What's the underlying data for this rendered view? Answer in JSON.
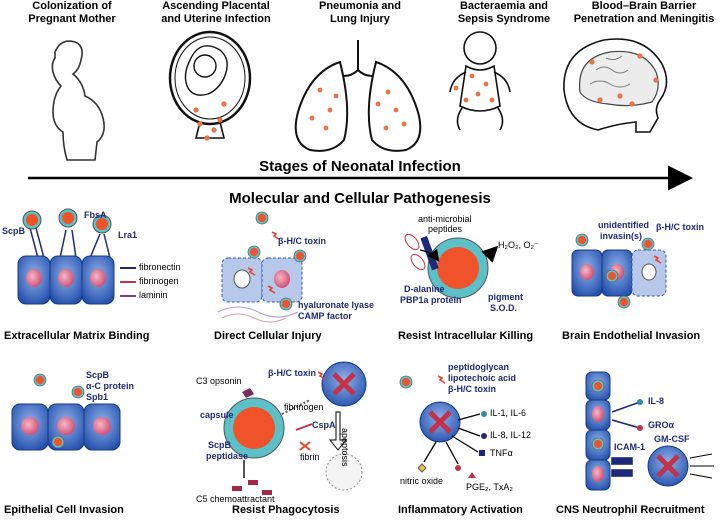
{
  "stages": [
    {
      "line1": "Colonization of",
      "line2": "Pregnant Mother"
    },
    {
      "line1": "Ascending Placental",
      "line2": "and Uterine Infection"
    },
    {
      "line1": "Pneumonia and",
      "line2": "Lung Injury"
    },
    {
      "line1": "Bacteraemia and",
      "line2": "Sepsis Syndrome"
    },
    {
      "line1": "Blood–Brain Barrier",
      "line2": "Penetration and Meningitis"
    }
  ],
  "timeline_title": "Stages of Neonatal Infection",
  "pathogenesis_title": "Molecular and Cellular Pathogenesis",
  "panels": {
    "ecm": {
      "caption": "Extracellular Matrix Binding",
      "labels": {
        "scpb": "ScpB",
        "fbsa": "FbsA",
        "lra1": "Lra1",
        "fibronectin": "fibronectin",
        "fibrinogen": "fibrinogen",
        "laminin": "laminin"
      }
    },
    "direct": {
      "caption": "Direct Cellular Injury",
      "labels": {
        "toxin": "β-H/C toxin",
        "hyaluronate": "hyaluronate lyase",
        "camp": "CAMP factor"
      }
    },
    "intracellular": {
      "caption": "Resist Intracellular Killing",
      "labels": {
        "amp1": "anti-microbial",
        "amp2": "peptides",
        "ros": "H₂O₂, O₂⁻",
        "dala1": "D-alanine",
        "dala2": "PBP1a protein",
        "pigment": "pigment",
        "sod": "S.O.D."
      }
    },
    "brain": {
      "caption": "Brain Endothelial Invasion",
      "labels": {
        "uninv1": "unidentified",
        "uninv2": "invasin(s)",
        "toxin": "β-H/C toxin"
      }
    },
    "epithelial": {
      "caption": "Epithelial Cell Invasion",
      "labels": {
        "scpb": "ScpB",
        "alpha": "α-C protein",
        "spb1": "Spb1"
      }
    },
    "phagocytosis": {
      "caption": "Resist Phagocytosis",
      "labels": {
        "c3": "C3 opsonin",
        "toxin": "β-H/C toxin",
        "capsule": "capsule",
        "fibrinogen": "fibrinogen",
        "cspa": "CspA",
        "fibrin": "fibrin",
        "scpb1": "ScpB",
        "scpb2": "peptidase",
        "c5": "C5 chemoattractant",
        "apoptosis": "apoptosis"
      }
    },
    "inflammatory": {
      "caption": "Inflammatory Activation",
      "labels": {
        "pg": "peptidoglycan",
        "lta": "lipotechoic acid",
        "toxin": "β-H/C toxin",
        "il1": "IL-1, IL-6",
        "il8": "IL-8, IL-12",
        "tnf": "TNFα",
        "no": "nitric oxide",
        "pge": "PGE₂, TxA₂"
      }
    },
    "cns": {
      "caption": "CNS Neutrophil Recruitment",
      "labels": {
        "il8": "IL-8",
        "gro": "GROα",
        "icam": "ICAM-1",
        "gmcsf": "GM-CSF"
      }
    }
  },
  "colors": {
    "bacterium_core": "#f0522a",
    "capsule": "#5bc0c8",
    "cell_blue": "#2e5bb0",
    "cell_light": "#b8c8ea",
    "nucleus": "#e06a88",
    "navy_text": "#1e2a78"
  }
}
